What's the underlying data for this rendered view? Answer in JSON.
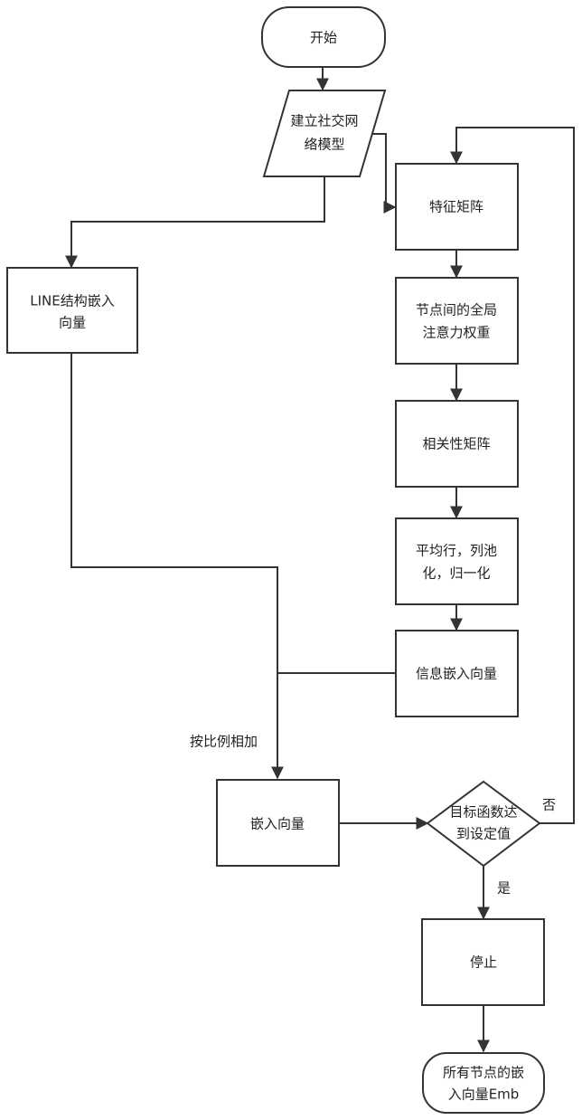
{
  "diagram": {
    "nodes": {
      "start": {
        "lines": [
          "开始"
        ]
      },
      "build_model": {
        "lines": [
          "建立社交网",
          "络模型"
        ]
      },
      "feature_matrix": {
        "lines": [
          "特征矩阵"
        ]
      },
      "line_embed": {
        "lines": [
          "LINE结构嵌入",
          "向量"
        ]
      },
      "global_attention": {
        "lines": [
          "节点间的全局",
          "注意力权重"
        ]
      },
      "correlation_matrix": {
        "lines": [
          "相关性矩阵"
        ]
      },
      "pooling": {
        "lines": [
          "平均行，列池",
          "化，归一化"
        ]
      },
      "info_embed": {
        "lines": [
          "信息嵌入向量"
        ]
      },
      "embed_vector": {
        "lines": [
          "嵌入向量"
        ]
      },
      "objective_check": {
        "lines": [
          "目标函数达",
          "到设定值"
        ]
      },
      "stop": {
        "lines": [
          "停止"
        ]
      },
      "all_nodes_embed": {
        "lines": [
          "所有节点的嵌",
          "入向量Emb"
        ]
      }
    },
    "edge_labels": {
      "proportional_add": "按比例相加",
      "no": "否",
      "yes": "是"
    }
  }
}
